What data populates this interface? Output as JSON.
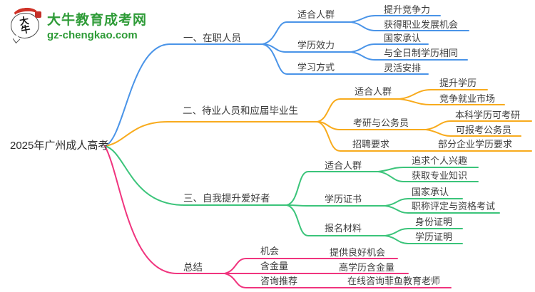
{
  "logo": {
    "mark": "大牛",
    "title": "大牛教育成考网",
    "domain": "gz-chengkao.com",
    "brand_green": "#2e9b37",
    "brand_red": "#cf3227"
  },
  "palette": {
    "branch1_blue": "#4A94E8",
    "branch2_orange": "#F8AB1D",
    "branch3_green": "#3BC47A",
    "branch4_pink": "#F0347E",
    "text": "#3d3d3d"
  },
  "mindmap": {
    "root_label": "2025年广州成人高考",
    "branches": [
      {
        "label": "一、在职人员",
        "color": "#4A94E8",
        "children": [
          {
            "label": "适合人群",
            "leaves": [
              "提升竞争力",
              "获得职业发展机会"
            ]
          },
          {
            "label": "学历效力",
            "leaves": [
              "国家承认",
              "与全日制学历相同"
            ]
          },
          {
            "label": "学习方式",
            "leaves": [
              "灵活安排"
            ]
          }
        ]
      },
      {
        "label": "二、待业人员和应届毕业生",
        "color": "#F8AB1D",
        "children": [
          {
            "label": "适合人群",
            "leaves": [
              "提升学历",
              "竞争就业市场"
            ]
          },
          {
            "label": "考研与公务员",
            "leaves": [
              "本科学历可考研",
              "可报考公务员"
            ]
          },
          {
            "label": "招聘要求",
            "leaves": [
              "部分企业学历要求"
            ]
          }
        ]
      },
      {
        "label": "三、自我提升爱好者",
        "color": "#3BC47A",
        "children": [
          {
            "label": "适合人群",
            "leaves": [
              "追求个人兴趣",
              "获取专业知识"
            ]
          },
          {
            "label": "学历证书",
            "leaves": [
              "国家承认",
              "职称评定与资格考试"
            ]
          },
          {
            "label": "报名材料",
            "leaves": [
              "身份证明",
              "学历证明"
            ]
          }
        ]
      },
      {
        "label": "总结",
        "color": "#F0347E",
        "children": [
          {
            "label": "机会",
            "leaves": [
              "提供良好机会"
            ]
          },
          {
            "label": "含金量",
            "leaves": [
              "高学历含金量"
            ]
          },
          {
            "label": "咨询推荐",
            "leaves": [
              "在线咨询菲鱼教育老师"
            ]
          }
        ]
      }
    ]
  }
}
